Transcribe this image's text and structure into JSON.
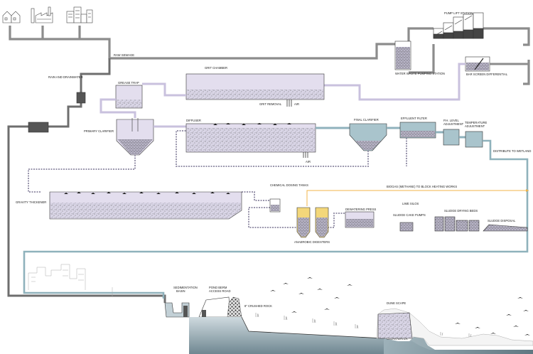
{
  "labels": {
    "raw_sewage": "RAW SEWAGE",
    "rain_drainwater": "RAIN AND DRAINWATER",
    "pump_lift_station": "PUMP LIFT STATION",
    "water_waste_pumping_station": "WATER WASTE PUMPING STATION",
    "bar_screen_differential": "BAR SCREEN DIFFERENTIAL",
    "grit_chamber": "GRIT CHAMBER",
    "grit_removal": "GRIT REMOVAL",
    "air_top": "AIR",
    "grease_trap": "GREASE TRAP",
    "primary_clarifier": "PRIMARY CLARIFIER",
    "diffuser": "DIFFUSER",
    "air_bottom": "AIR",
    "final_clarifier": "FINAL CLARIFIER",
    "effluent_filter": "EFFLUENT FILTER",
    "ph_level_adjustment_1": "P.H. LEVEL",
    "ph_level_adjustment_2": "ADJUSTMENT",
    "temperature_adjustment_1": "TEMPERATURE",
    "temperature_adjustment_2": "ADJUSTMENT",
    "distribute_to_wetland": "DISTRIBUTE TO WETLAND",
    "gravity_thickener": "GRAVITY THICKENER",
    "chemical_dosing_tanks": "CHEMICAL DOSING TANKS",
    "biogas": "BIOGAS (METHANE) TO BLOCK HEATING WORKS",
    "dewatering_press": "DEWATERING PRESS",
    "lime_silos": "LIME SILOS",
    "sludge_cake_pumps": "SLUDGE CAKE PUMPS",
    "sludge_drying_beds": "SLUDGE DRYING BEDS",
    "sludge_disposal": "SLUDGE DISPOSAL",
    "anaerobic_digesters": "ANAEROBIC DIGESTERS",
    "sedimentation_basin_1": "SEDIMENTATION",
    "sedimentation_basin_2": "BASIN",
    "pond_berm_1": "POND BERM",
    "pond_berm_2": "ACCESS ROAD",
    "crushed_rock": "8\" CRUSHED ROCK",
    "dune_scape": "DUNE SCAPE",
    "clean_water": "CLEAN WATER"
  },
  "colors": {
    "pipe_grey": "#8c8c8c",
    "pipe_dark": "#6e6e6e",
    "lavender": "#dcd6ea",
    "lavender_pipe": "#c9c1de",
    "clarifier_blue": "#a9c4cc",
    "teal_pipe": "#8fb2bc",
    "sludge": "#b7b4c6",
    "biogas_orange": "#f0b44a",
    "lime_yellow": "#f3d77a",
    "water_gradient_top": "#c2d0d6",
    "water_gradient_bottom": "#6f8791"
  }
}
